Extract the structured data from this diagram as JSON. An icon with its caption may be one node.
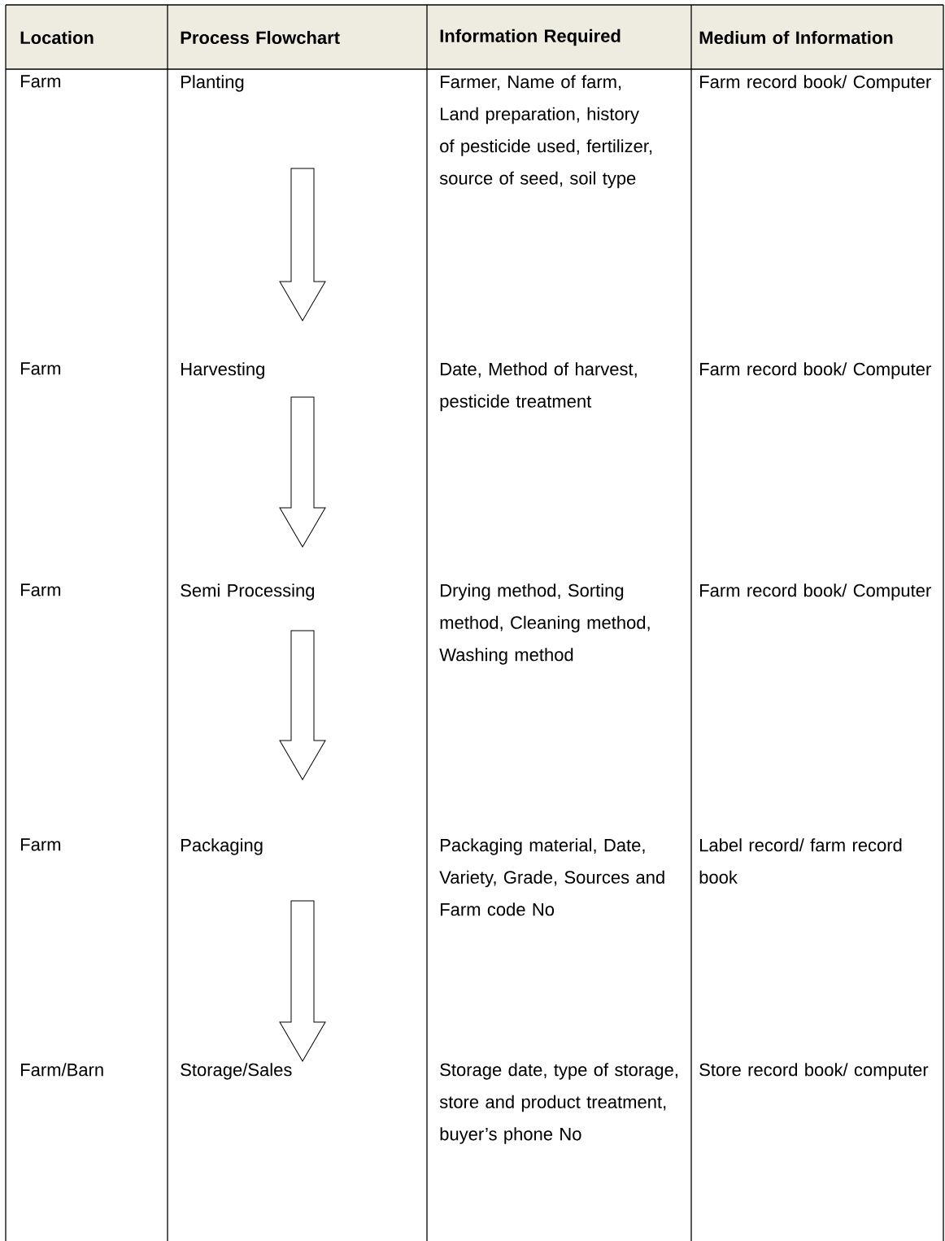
{
  "diagram": {
    "nodes": [
      {
        "text": [
          "Planting"
        ]
      },
      {
        "text": [
          "Harvesting"
        ]
      },
      {
        "text": [
          "Semi Processing"
        ]
      },
      {
        "text": [
          "Packaging"
        ]
      },
      {
        "text": [
          "Storage/Sales"
        ]
      }
    ],
    "edges": [
      {
        "from": 0,
        "to": 1,
        "arrow": "to"
      },
      {
        "from": 1,
        "to": 2,
        "arrow": "to"
      },
      {
        "from": 2,
        "to": 3,
        "arrow": "to"
      },
      {
        "from": 3,
        "to": 4,
        "arrow": "to"
      }
    ],
    "labels": [
      "Location",
      "Process Flowchart",
      "Information Required",
      "Medium of Information",
      "Farm",
      "Farmer, Name of farm, Land preparation, history of pesticide used, fertilizer, source of seed, soil type",
      "Farm record book/ Computer",
      "Farm",
      "Date, Method of harvest, pesticide treatment",
      "Farm record book/ Computer",
      "Farm",
      "Drying method, Sorting method, Cleaning method, Washing method",
      "Farm record book/ Computer",
      "Farm",
      "Packaging material, Date, Variety, Grade, Sources and Farm code No",
      "Label record/ farm record book",
      "Farm/Barn",
      "Storage date, type of storage, store and product treatment, buyer’s phone No",
      "Store record book/ computer"
    ]
  }
}
